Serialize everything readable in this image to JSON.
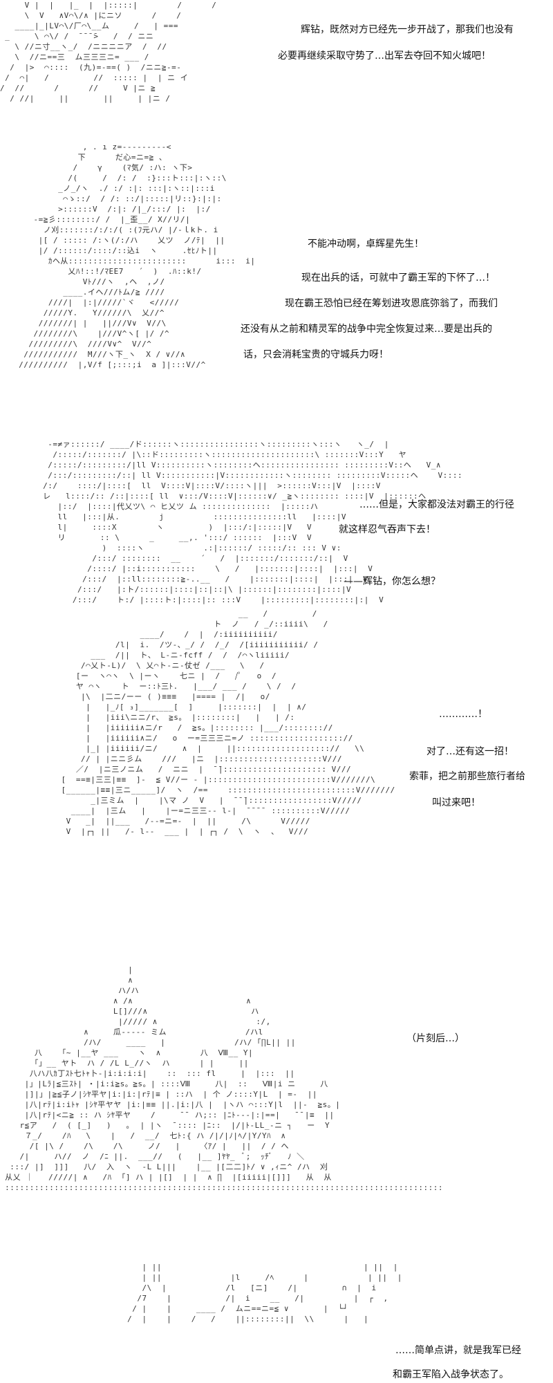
{
  "panels": [
    {
      "lines": [
        "辉钻，既然对方已经先一步开战了，那我们也没有",
        "必要再继续采取守势了…出军去夺回不知火城吧！"
      ],
      "art": "     V |  |   |_  |  |:::::|        /      /\n     \\  V   ∧V⌒\\/∧ |にニソ      /    /\n   ____|_|LV⌒\\/厂⌒\\__ム     /   | ===\n _     \\ ⌒\\/ /  ̄ ̄ ̄ ̄>   /  / ニニ\n   \\ //ニ寸__ヽ_/  /ニニニニア  /  //\n   \\  //ニ==三  ム三三三ニ= ___ /\n  /  |>  ⌒::::  (九)=-==( )  /ニニ≧-=-\n /  ⌒|   /         //  ::::: |  | ニ イ\n/  //      /      //     V |ニ ≧\n  / //|     ||       ||     | |ニ /"
    },
    {
      "lines": [
        "不能冲动啊，卓辉星先生！",
        "现在出兵的话，可就中了霸王军的下怀了…！",
        "现在霸王恐怕已经在筹划进攻恩底弥翁了，而我们",
        "还没有从之前和精灵军的战争中完全恢复过来…要是出兵的",
        "话，只会消耗宝贵的守城兵力呀！"
      ],
      "art": "              , . ı z=---------<\n             下      だ心=ニ=≧ 、\n            /    γ    (ﾏ気/ :ハ: ヽ下>\n           /(     /  /: /  :}:::ト:::|:ヽ::\\\n         _ノ_/ヽ  ./ :/ :|: :::|:ヽ::|:::i\n          ⌒ゝ::/  / /: ::/|:::::|リ::}:|:|:\n         >::::::V  /:|: /|_/:::/ |:  |:/\n    -=≧彡::::::::/ /  |_歪__/ X//リ/|\n      ノ刈:::::::/:/:/( :(ﾌ元ハ/ |/-ｌkト. i\n     |[ / ::::: /:ヽ(/:/ハ    乂ツ  ノ/ﾃ|  ||\n     |/ /::::::/::::/::込i  ヽ     .ｾﾋﾉト||\n       ｶヘ从::::::::::::::::::::::::      i:::  i|\n           乂ﾊ!::!/ﾏEE7   ´  )  .ﾊ::k!/\n              Vﾄ///ヽ  ,ヘ  ,ノ/\n          ____.イヘ///ﾄム/≧ ////\n       ////|  |:|/////`ヾ   </////\n      /////Y.   Y//////\\  乂//^\n     ///////| |   ||///V∨  V//\\\n    ////////\\    |///V^ヽ[ |/ /^\n   /////////\\  ////V∨^  V//^\n  ///////////  M///ヽ下_ヽ  X / ∨//∧\n //////////  |,V/f [;:::;i  a ]|:::V//^"
    },
    {
      "lines": [
        "……但是，大家都没法对霸王的行径",
        "就这样忍气吞声下去！",
        "——辉钻，你怎么想？"
      ],
      "art": "  -=≠ァ::::::/ ____/ド::::::ヽ::::::::::::::::ヽ:::::::::ヽ:::ヽ   ヽ_/  |\n   /:::::/:::::::/ |\\::ド:::::::::ヽ:::::::::::::::::::::\\ :::::::V:::Y   ヤ\n  /:::::/:::::::::/|ll V::::::::::ヽ::::::::ヘ:::::::::::::::: :::::::::V::ヘ   V_∧\n  /:::/:::::::::/::| ll V:::::::::::|V::::::::::::ヽ:::::::: :::::::::V:::::ヘ    V::::\n /:/    ::::/|::::[  ll  V::::V|::::V/::::ヽ|||  >::::::V:::|V  |::::V\n レ   l::::/:: /::|::::[ ll  ∨:::/V::::V|::::::∨/ _≧ヽ:::::::: ::::|V  |::::::ヘ\n    |::/  |::::|代乂ツ\\ ⌒ ヒ乂ツ ム ::::::::::::::  |:::::ハ\n    ll   |:::|从.        j          :::::::::::::::ll   |::::|V\n    l|     ::::X        ヽ         )  |:::/:|:::::|V   V\n    リ       :: \\      _     __,. ':::/ ::::::  |:::V  V\n             )  ::::ヽ            .:|::::::/ :::::/:: ::: V ∨:\n           /:::/ ::::::::  __    ´   /  |:::::::/:::::::/::|  V\n          /::::/ |::i:::::::::::    \\   /   |:::::::|::::|  |:::|  V\n         /:::/  |::ll::::::::≧-..__   /    |:::::::|::::|  |:::|  V\n        /:::/   |:ト/::::::|::::|::|::|\\ |::::::|::::::::|::::|V\n       /:::/    ト:/ |::::ト:|::::|:: :::V    |:::::::::|::::::::|:|  V"
    },
    {
      "lines": [
        "…………！",
        "对了…还有这一招！",
        "索菲，把之前那些旅行者给",
        "叫过来吧！"
      ],
      "art": "                                        __   /         /\n                                   ト  ノ   / _/::iiii\\   /\n                    ____/    /  |  /:iiiiiiiiii/\n               /l|  i.  /ツ-、_/ /  /_/  /[iiiiiiiiiii/ /\n          ___  /||  ト、 L-ニ-fcff /  /  /⌒ヽliiiii/\n        /⌒乂ト-L)/  \\ 乂⌒ト-ニ-仗ゼ /___   \\   /\n       [ー  ヽ⌒ヽ  \\ |ーヽ    七ニ |  /   /ﾟ   o  /\n       ヤ ⌒ヽ    ト  ー::ﾄ三ﾄ.   |___/ ___ /    \\ /  /\n        |\\  |二ニ/ーー ( )≡≡≡   |==== |  /|   o/\n         |   |_ﾉ[ ₃]_______[  ]     |:::::::|  |  | ∧/\n         |   |iii\\ニニ/r、 ≧s。 |::::::::|   |   | /:\n         |   |iiiiii∧ニ/r   /  ≧s。|:::::::: |___/:::::::://\n         |   |iiiiii∧ニ/   o  ー=三三三ニ=ノ ::::::::::::::::::://\n         |_| |iiiiii/ニ/     ∧  |     ||::::::::::::::::::://   \\\\\n        // | |ニニ彡ム    ///   |ニ  |:::::::::::::::::::::V///\n       ／/  |ニ三ノニム   /  ニニ  |  ̄ ̄|::::::::::::::::::::: V///\n    [  ==≡|三三|≡≡  ]-  ≦ V//ー - |:::::::::::::::::::::::::V///////\\\n    [______|≡≡|三ニ_____]/  ヽ  /==    ::::::::::::::::::::::::::V///////\n          _|三ミム  |    |\\マ ノ  V   |  ̄ ̄ ̄|:::::::::::::::::V/////\n      ____|  |三ム   |    |ー=ニ三三-- l-|  ̄ ̄ ̄ ̄  ::::::::::V/////\n     V   _|  ||___   /--=ニ=-  |  ||     /\\      V/////\n     V  |┌┐ ||   /- l--  ___ |  | ┌┐ /  \\  ヽ  、  V///"
    },
    {
      "lines": [
        "（片刻后…）"
      ],
      "art": "                          |\n                          ∧\n                        ハ/ハ\n                       ∧ /∧                       ∧\n                       L[]///∧                     ハ\n                        |///// ∧                    :/,\n                 ∧     瓜----- ミム                /ハl\n                 /ハ/     ____   |              /ハ/ ｢∏L|| ||\n       八    ｢~ |__ヤ ___    ヽ  ∧        八  Ⅷ__ Y|\n       ｢」__ ヤト  ハ / /L L_//ヽ  ハ      | |     ||\n      八ハ八ｶ丁ｽﾄ七ﾄｬ卜-|i:i:i:i|    ::  ::: fl     |  |:::  ||\n     |」|Lﾗ|≦三ｽﾄ| ・|i:i≧s。≧s。| ::::Ⅷ     八|  ::   Ⅷ|i ニ     八\n     |]|」|≧≦子ノ|ｼﾔ平ヤ|i:|i:|rﾃ|≡ | ::ハ  | 个 ノ::::Y|L  | =-  ||\n     |八|rﾃ|i:iﾄｬ |ｼﾔ平ヤヤ |i:|≡≡ ||.|i:|八 |  |ヽハ ⌒:::Y|l  ||-  ≧s。|\n     |八|rﾃ|<ニ≧ :: ハ ｼﾔ平ヤ    /     ̄ ̄  ハ;:: |ﾆﾄ---|:|==|   ̄ ̄ |≡  ||\n    r≦ア   /  ( [_]   )   ｡  | |ヽ  ̄ :::: |ﾆ::  |/|ﾄ-LL_-ニ ┐   ー  Y\n     ７_/    /ﾊ   \\    |   /  __/  七ﾄ:{ ハ /|/|ﾉ|ﾍ/|Y/Yﾊ  ∧\n      /[ |\\ /    /\\    /\\     ノ/   |    〈ｱ/ |   ||  / / へ\n    /|     ハ//  ノ  /ﾆ ||.  ___//   (   |__ ]ﾔﾔ_  ﾞ;  ｯﾁﾞ   ﾉ ＼\n  :::/ |]  ]]]   八/  入  ヽ  -L L|||    |__ |[二二]ﾄ/ ∨ ,ｨニ^ /ハ  刈\n 从乂 ｜   /////| ∧   /ﾊ  ｢] ハ | |[]  | |  ∧ ∏  |[iiiii|[]]]   从  从\n :::::::::::::::::::::::::::::::::::::::::::::::::::::::::::::::::::::::::::::::::::::::::"
    },
    {
      "lines": [
        "……简单点讲，就是我军已经",
        "和霸王军陷入战争状态了。"
      ],
      "art": "            | ||                                         | ||  |\n            | ||              |l     /ﾍ      |            | ||  |\n            /\\  |            /l   [ニ]    /|         ∩  |  i\n           /7    |           /|  i    __   /|          |  ┌  ,\n          / |    |     ____ /  ムニ==ニ=≦ ∨       |  └┘\n         /  |    |    /   /    ||::::::::||  \\\\      |   |"
    }
  ]
}
